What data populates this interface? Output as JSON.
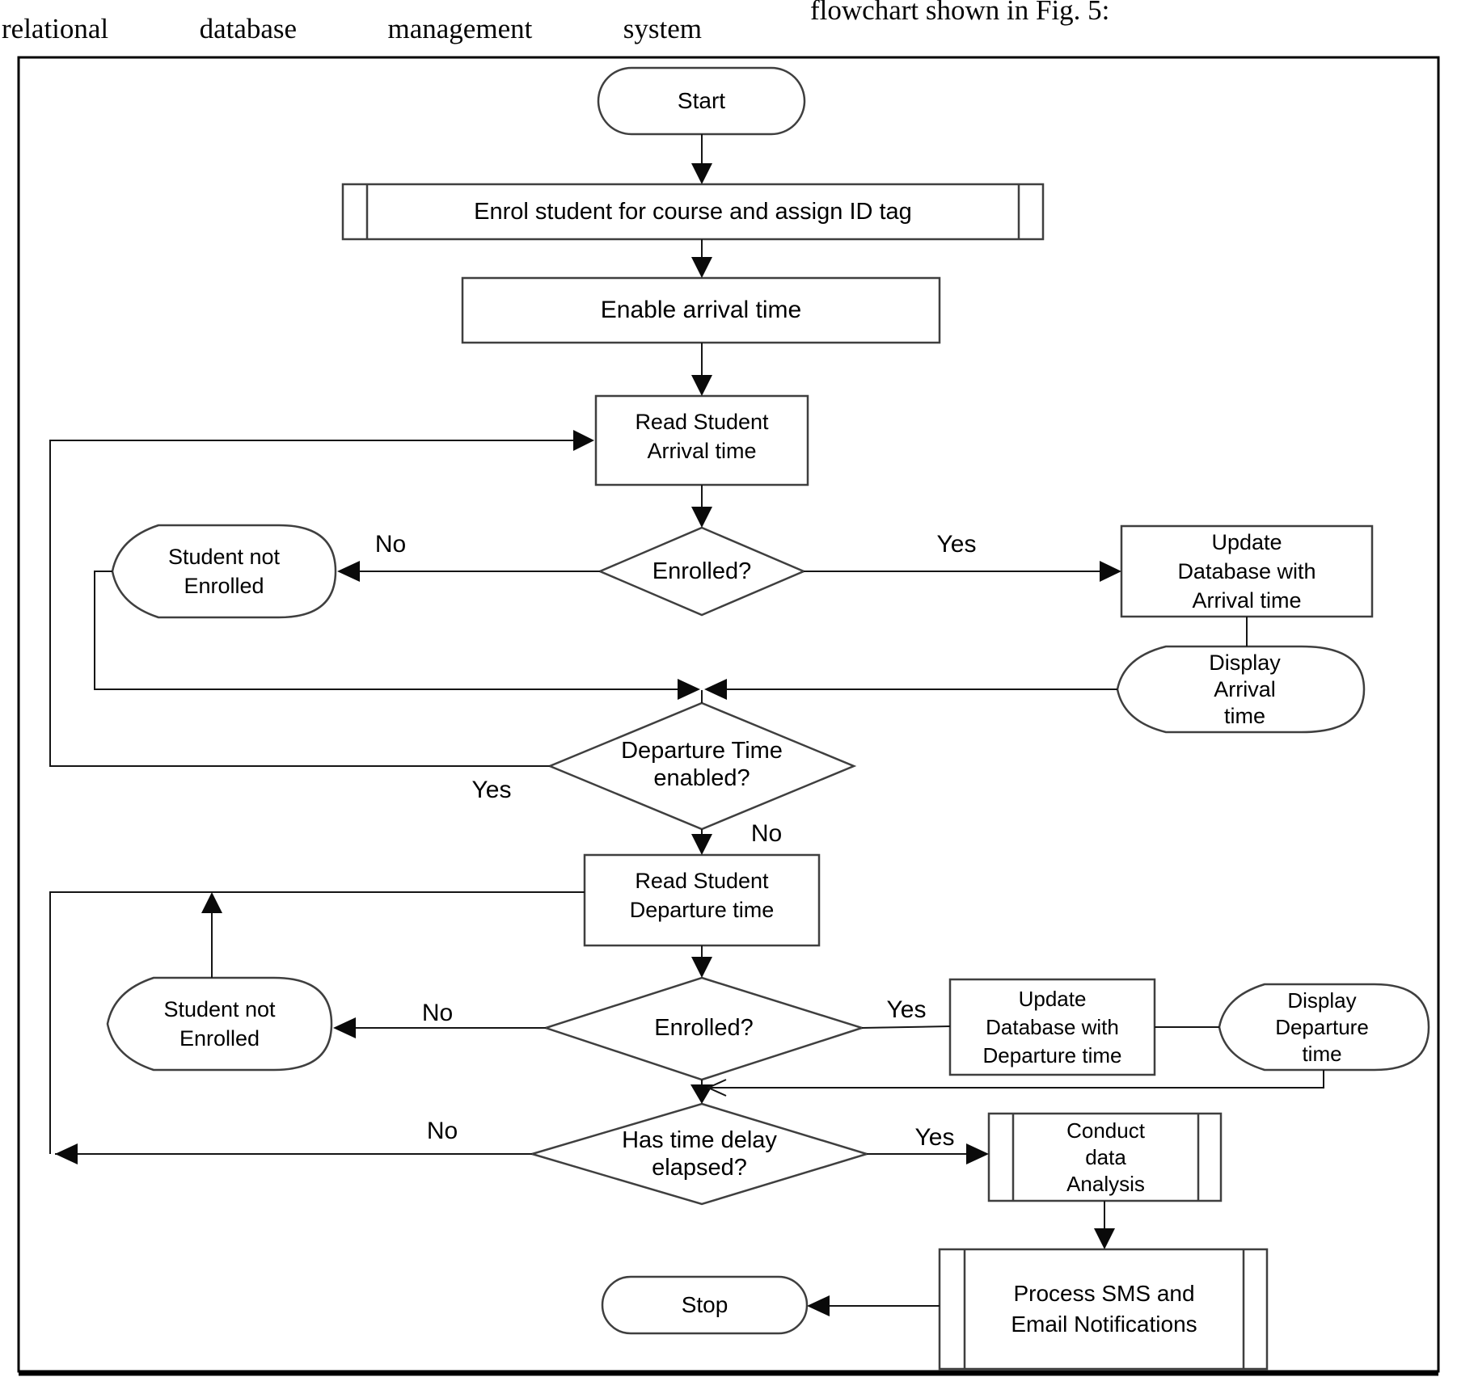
{
  "header": {
    "words": [
      "relational",
      "database",
      "management",
      "system"
    ],
    "caption": "flowchart shown in Fig. 5:"
  },
  "flowchart": {
    "nodes": {
      "start": {
        "type": "terminator",
        "label": "Start"
      },
      "enrol": {
        "type": "predefined-process",
        "label": "Enrol student for course and assign ID tag"
      },
      "enable_arrival": {
        "type": "process",
        "label": "Enable arrival time"
      },
      "read_arrival": {
        "type": "process",
        "label": "Read Student\nArrival time"
      },
      "enrolled_arrival": {
        "type": "decision",
        "label": "Enrolled?"
      },
      "not_enrolled_1": {
        "type": "display",
        "label": "Student not\nEnrolled"
      },
      "update_arrival": {
        "type": "process",
        "label": "Update\nDatabase with\nArrival time"
      },
      "display_arrival": {
        "type": "display",
        "label": "Display\nArrival\ntime"
      },
      "departure_enabled": {
        "type": "decision",
        "label": "Departure Time\nenabled?"
      },
      "read_departure": {
        "type": "process",
        "label": "Read Student\nDeparture time"
      },
      "enrolled_departure": {
        "type": "decision",
        "label": "Enrolled?"
      },
      "not_enrolled_2": {
        "type": "display",
        "label": "Student not\nEnrolled"
      },
      "update_departure": {
        "type": "process",
        "label": "Update\nDatabase with\nDeparture time"
      },
      "display_departure": {
        "type": "display",
        "label": "Display\nDeparture\ntime"
      },
      "has_delay": {
        "type": "decision",
        "label": "Has time delay\nelapsed?"
      },
      "conduct_analysis": {
        "type": "predefined-process",
        "label": "Conduct\ndata\nAnalysis"
      },
      "process_sms": {
        "type": "predefined-process",
        "label": "Process SMS and\nEmail Notifications"
      },
      "stop": {
        "type": "terminator",
        "label": "Stop"
      }
    },
    "edge_labels": {
      "enrolled_arrival_no": "No",
      "enrolled_arrival_yes": "Yes",
      "departure_enabled_yes": "Yes",
      "departure_enabled_no": "No",
      "enrolled_departure_no": "No",
      "enrolled_departure_yes": "Yes",
      "has_delay_no": "No",
      "has_delay_yes": "Yes"
    },
    "colors": {
      "background": "#ffffff",
      "shape_border": "#3f3f3f",
      "connector": "#151515",
      "text": "#000000"
    }
  }
}
